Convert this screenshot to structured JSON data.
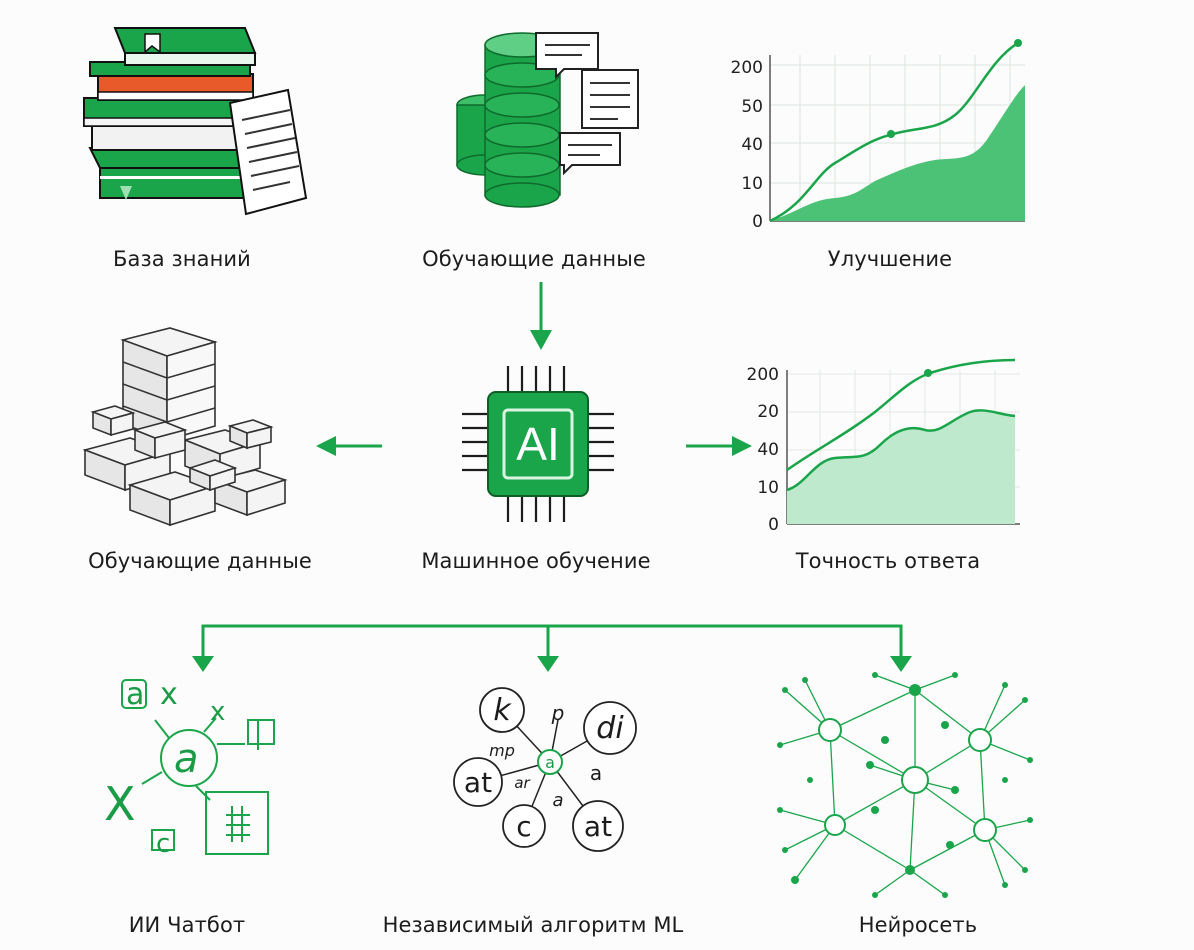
{
  "colors": {
    "green": "#1aa54a",
    "green_dark": "#15803a",
    "green_light": "#5fcf86",
    "orange": "#e85a2a"
  },
  "nodes": {
    "knowledge_base": {
      "label": "База знаний",
      "icon": "books-stack-icon"
    },
    "training_data_top": {
      "label": "Обучающие данные",
      "icon": "database-chat-icon"
    },
    "improvement": {
      "label": "Улучшение",
      "icon": "growth-chart-icon"
    },
    "training_data_left": {
      "label": "Обучающие данные",
      "icon": "cubes-stack-icon"
    },
    "machine_learning": {
      "label": "Машинное обучение",
      "icon": "ai-chip-icon",
      "chip_text": "AI"
    },
    "answer_accuracy": {
      "label": "Точность ответа",
      "icon": "accuracy-chart-icon"
    },
    "ai_chatbot": {
      "label": "ИИ Чатбот",
      "icon": "chatbot-symbols-icon"
    },
    "ml_algorithm": {
      "label": "Независимый алгоритм ML",
      "icon": "letter-graph-icon"
    },
    "neural_net": {
      "label": "Нейросеть",
      "icon": "neural-network-icon"
    }
  },
  "chart_improvement": {
    "y_ticks": [
      "200",
      "50",
      "40",
      "10",
      "0"
    ]
  },
  "chart_accuracy": {
    "y_ticks": [
      "200",
      "20",
      "40",
      "10",
      "0"
    ]
  },
  "chatbot_glyphs": {
    "a1": "a",
    "x1": "x",
    "x2": "x",
    "center": "a",
    "big_x": "X",
    "c": "c"
  },
  "algo_glyphs": {
    "k": "k",
    "p": "p",
    "di": "di",
    "mp": "mp",
    "center": "a",
    "at1": "at",
    "a_ar": "ar",
    "a1": "a",
    "a2": "a",
    "c": "c",
    "at2": "at"
  }
}
